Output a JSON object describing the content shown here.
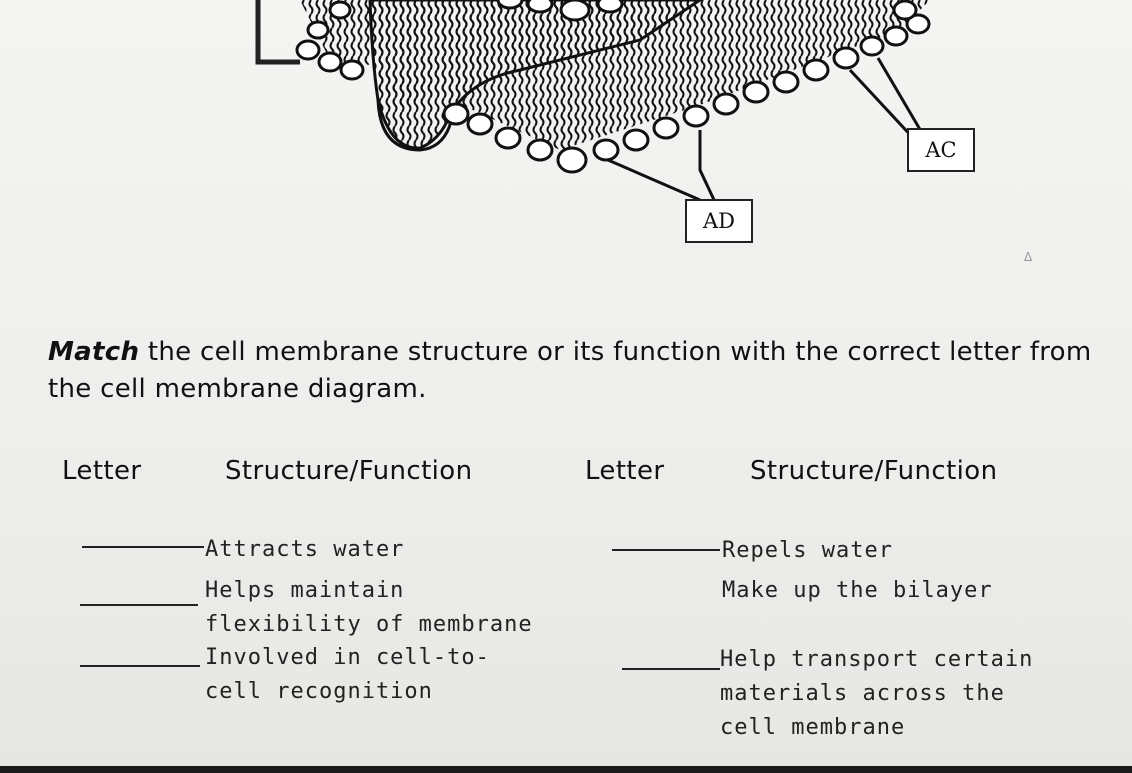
{
  "diagram": {
    "labels": {
      "ac": "AC",
      "ad": "AD"
    },
    "corner_mark": "Δ"
  },
  "instructions": {
    "bold_word": "Match",
    "rest": " the cell membrane structure or its function with the correct letter from the cell membrane diagram."
  },
  "table": {
    "headers": {
      "left_letter": "Letter",
      "left_structure": "Structure/Function",
      "right_letter": "Letter",
      "right_structure": "Structure/Function"
    },
    "left_items": [
      {
        "text": "Attracts water"
      },
      {
        "text": "Helps maintain flexibility of membrane"
      },
      {
        "text": "Involved in cell-to-cell recognition"
      }
    ],
    "right_items": [
      {
        "text": "Repels water"
      },
      {
        "text": "Make up the bilayer"
      },
      {
        "text": "Help transport certain materials across the cell membrane"
      }
    ]
  }
}
